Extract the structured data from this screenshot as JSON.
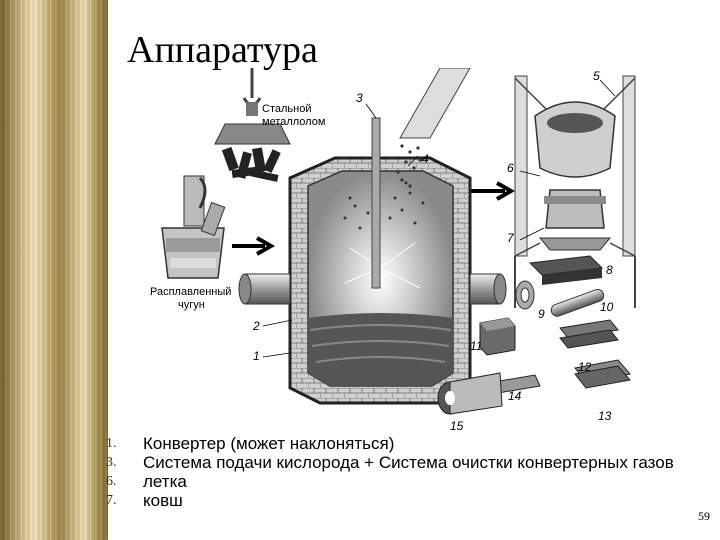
{
  "slide": {
    "title": "Аппаратура",
    "page_number": "59"
  },
  "diagram": {
    "labels": {
      "steel_scrap": [
        "Стальной",
        "металлолом"
      ],
      "molten_iron": [
        "Расплавленный",
        "чугун"
      ],
      "n1": "1",
      "n2": "2",
      "n3": "3",
      "n4": "4",
      "n5": "5",
      "n6": "6",
      "n7": "7",
      "n8": "8",
      "n9": "9",
      "n10": "10",
      "n11": "11",
      "n12": "12",
      "n13": "13",
      "n14": "14",
      "n15": "15"
    }
  },
  "list": [
    {
      "num": "1.",
      "text": "Конвертер (может наклоняться)"
    },
    {
      "num": "3.",
      "text": "Система подачи кислорода + Система очистки конвертерных газов"
    },
    {
      "num": "6.",
      "text": "летка"
    },
    {
      "num": "7.",
      "text": "ковш"
    }
  ]
}
